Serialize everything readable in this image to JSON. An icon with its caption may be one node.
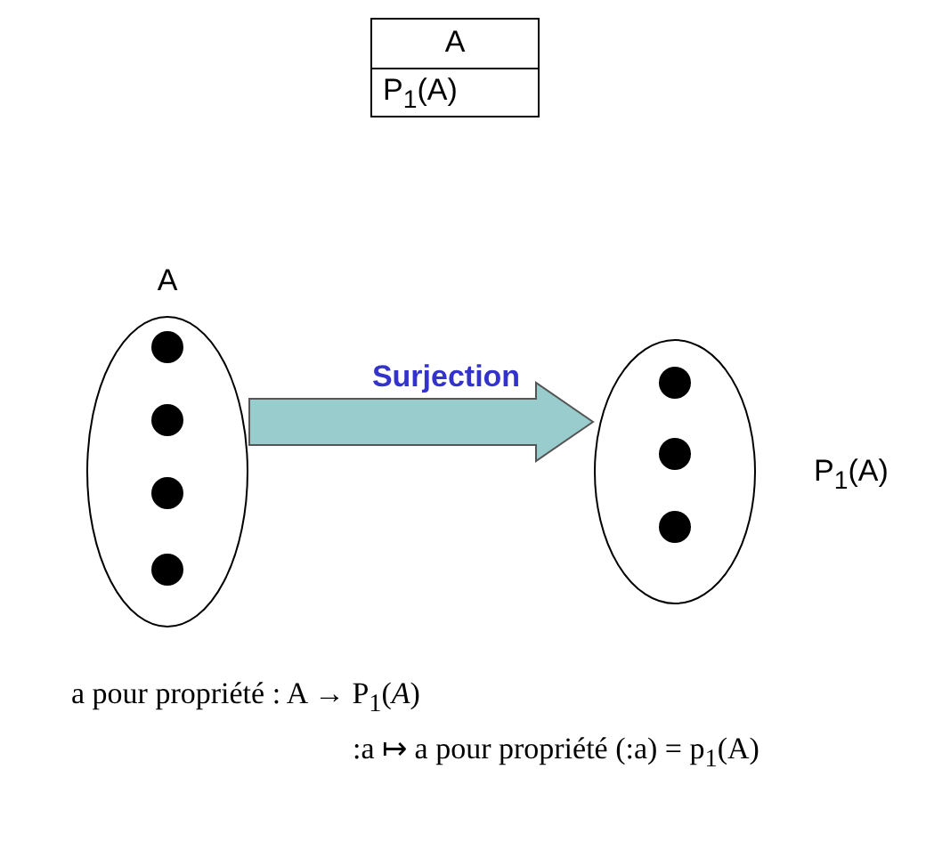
{
  "diagram": {
    "nodes": [
      {
        "text": [
          "A",
          "P$_{1}$(A)"
        ]
      },
      {
        "text": [
          "A"
        ]
      },
      {
        "text": [
          "P$_{1}$(A)"
        ]
      }
    ],
    "edges": [
      {
        "from": 1,
        "to": 2,
        "arrow": "to",
        "label": "Surjection",
        "style": "thick",
        "color": "#99cccc"
      }
    ],
    "labels": [
      "a pour propriété : A → P$_{1}$(*A*)",
      ":a ↦ a pour propriété (:a) = p$_{1}$(A)"
    ]
  }
}
